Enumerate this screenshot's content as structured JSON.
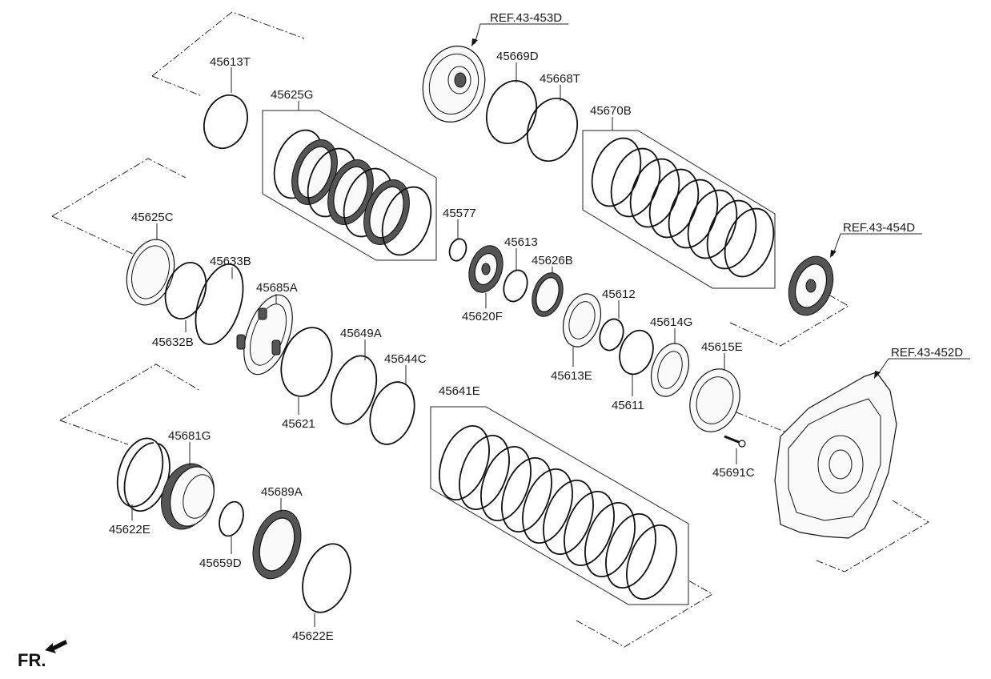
{
  "labels": {
    "l45613T": "45613T",
    "l45625G": "45625G",
    "l45669D": "45669D",
    "l45668T": "45668T",
    "l45670B": "45670B",
    "lREF453D": "REF.43-453D",
    "lREF454D": "REF.43-454D",
    "lREF452D": "REF.43-452D",
    "l45625C": "45625C",
    "l45633B": "45633B",
    "l45632B": "45632B",
    "l45685A": "45685A",
    "l45577": "45577",
    "l45613": "45613",
    "l45626B": "45626B",
    "l45620F": "45620F",
    "l45612": "45612",
    "l45613E": "45613E",
    "l45614G": "45614G",
    "l45611": "45611",
    "l45615E": "45615E",
    "l45649A": "45649A",
    "l45644C": "45644C",
    "l45621": "45621",
    "l45641E": "45641E",
    "l45681G": "45681G",
    "l45622E_a": "45622E",
    "l45659D": "45659D",
    "l45689A": "45689A",
    "l45622E_b": "45622E",
    "l45691C": "45691C",
    "fr": "FR."
  },
  "icons": {
    "fr_arrow": "direction-arrow-icon"
  }
}
